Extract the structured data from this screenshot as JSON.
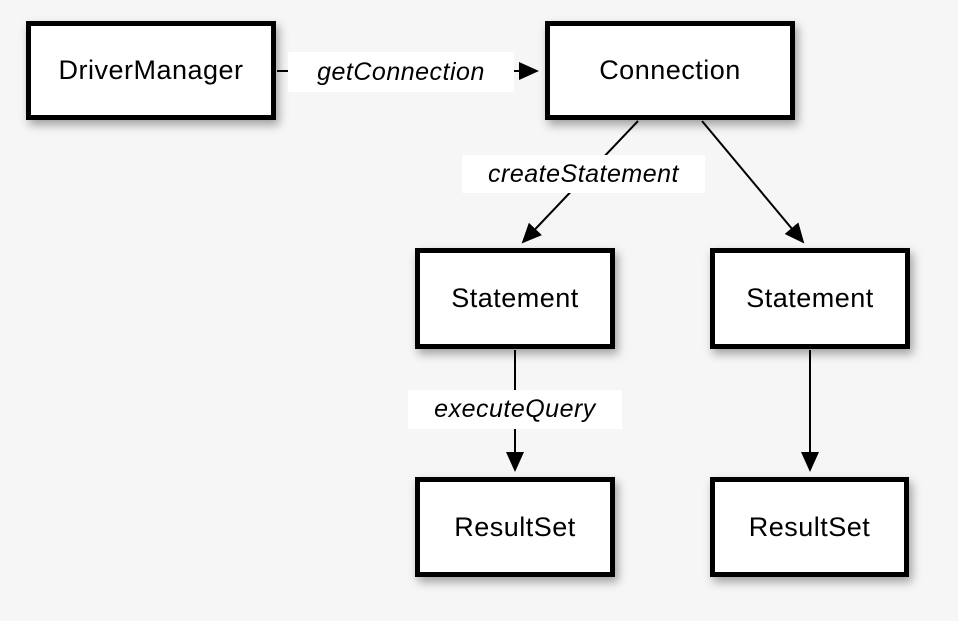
{
  "canvas": {
    "background_color": "#f6f6f6",
    "node_fill_color": "#ffffff",
    "node_border_color": "#000000",
    "line_color": "#000000"
  },
  "nodes": {
    "driver_manager": {
      "label": "DriverManager"
    },
    "connection": {
      "label": "Connection"
    },
    "statement_left": {
      "label": "Statement"
    },
    "statement_right": {
      "label": "Statement"
    },
    "resultset_left": {
      "label": "ResultSet"
    },
    "resultset_right": {
      "label": "ResultSet"
    }
  },
  "edges": {
    "get_connection": {
      "label": "getConnection",
      "from": "DriverManager",
      "to": "Connection"
    },
    "create_statement": {
      "label": "createStatement",
      "from": "Connection",
      "to": "Statement"
    },
    "connection_to_statement_right": {
      "label": "",
      "from": "Connection",
      "to": "Statement"
    },
    "execute_query": {
      "label": "executeQuery",
      "from": "Statement",
      "to": "ResultSet"
    },
    "statement_right_to_resultset_right": {
      "label": "",
      "from": "Statement",
      "to": "ResultSet"
    }
  }
}
